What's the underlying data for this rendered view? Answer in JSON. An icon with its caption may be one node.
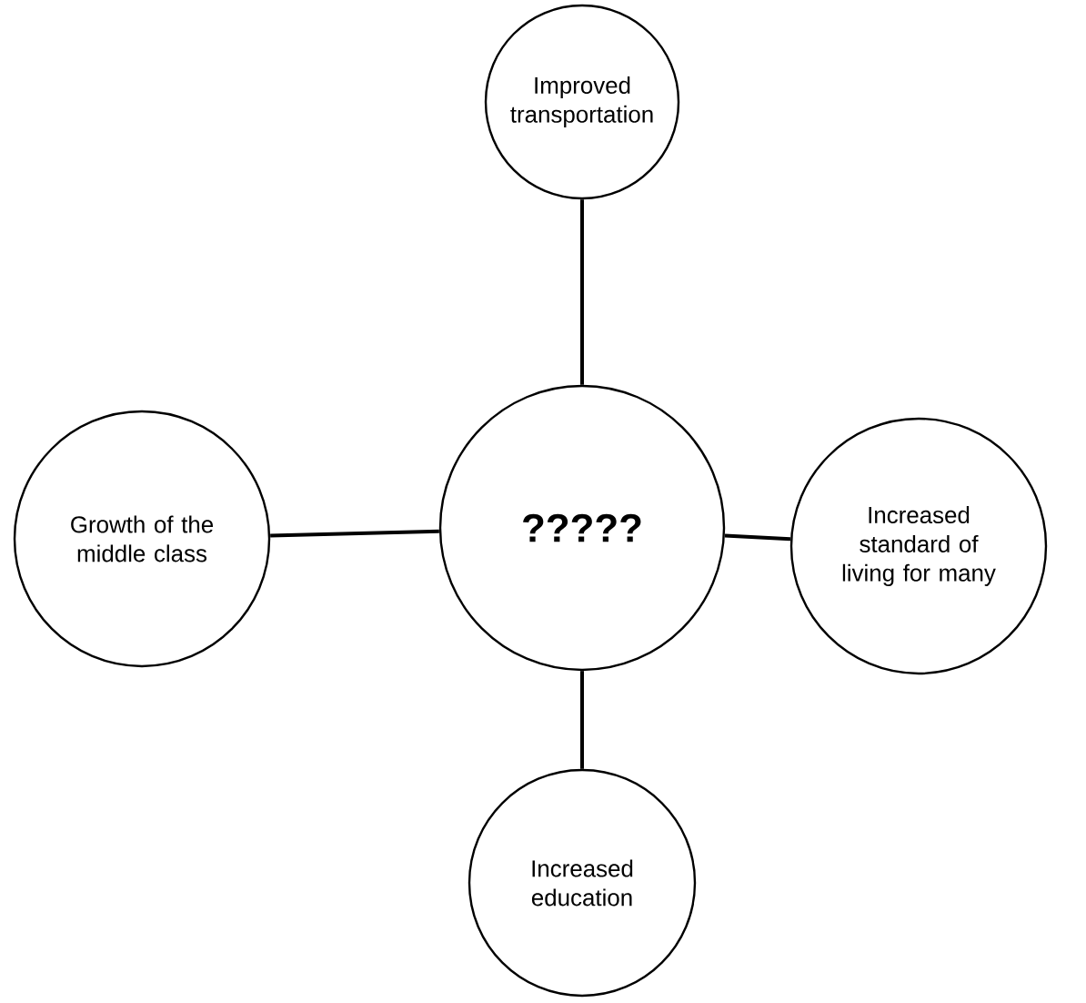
{
  "diagram": {
    "nodes": [
      {
        "text": [
          "Improved transportation"
        ]
      },
      {
        "text": [
          "Growth of the middle class"
        ]
      },
      {
        "text": [
          "?????"
        ]
      },
      {
        "text": [
          "Increased standard of living for many"
        ]
      },
      {
        "text": [
          "Increased education"
        ]
      }
    ],
    "edges": [
      {
        "from": 2,
        "to": 0,
        "arrow": "none"
      },
      {
        "from": 2,
        "to": 1,
        "arrow": "none"
      },
      {
        "from": 2,
        "to": 3,
        "arrow": "none"
      },
      {
        "from": 2,
        "to": 4,
        "arrow": "none"
      }
    ]
  }
}
